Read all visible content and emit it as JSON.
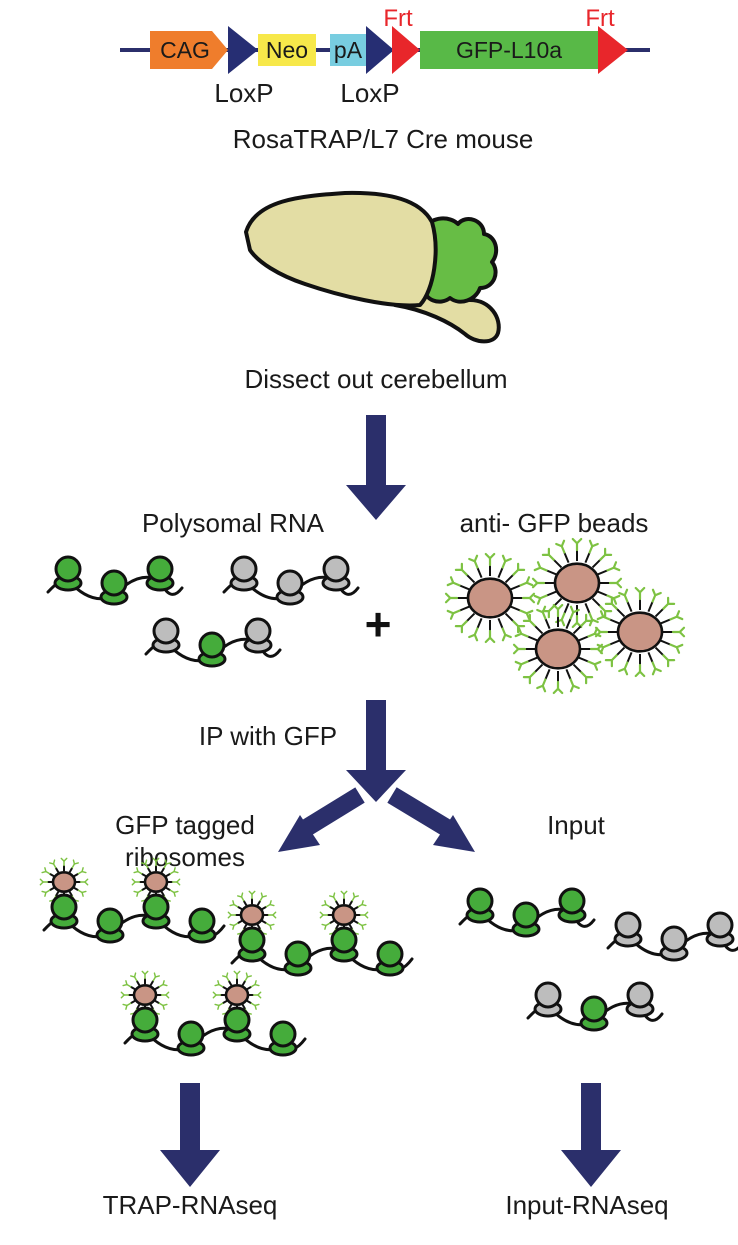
{
  "construct": {
    "elements": [
      "CAG",
      "Neo",
      "pA",
      "GFP-L10a"
    ],
    "loxp_labels": [
      "LoxP",
      "LoxP"
    ],
    "frt_labels": [
      "Frt",
      "Frt"
    ]
  },
  "steps": {
    "mouse_label": "RosaTRAP/L7 Cre mouse",
    "dissect_label": "Dissect out cerebellum",
    "polysomal_label": "Polysomal RNA",
    "beads_label": "anti- GFP beads",
    "plus_sign": "+",
    "ip_label": "IP with GFP",
    "tagged_label_line1": "GFP tagged",
    "tagged_label_line2": "ribosomes",
    "input_label": "Input",
    "trap_output": "TRAP-RNAseq",
    "input_output": "Input-RNAseq"
  },
  "colors": {
    "cag": "#ef7d2c",
    "loxp": "#262e73",
    "neo": "#f7e84a",
    "pa": "#78cde0",
    "frt": "#e8262b",
    "gfp_l10a": "#58b947",
    "construct_line": "#2b2f6b",
    "arrow": "#2b2f6b",
    "brain_body": "#e3dda4",
    "cerebellum": "#67bd45",
    "ribosome_tagged": "#45ac3b",
    "ribosome_untagged": "#bdbdbd",
    "bead": "#c99585",
    "antibody": "#7dc242"
  },
  "icons": [
    "brain-icon",
    "ribosome-icon",
    "bead-icon",
    "arrow-down-icon"
  ]
}
